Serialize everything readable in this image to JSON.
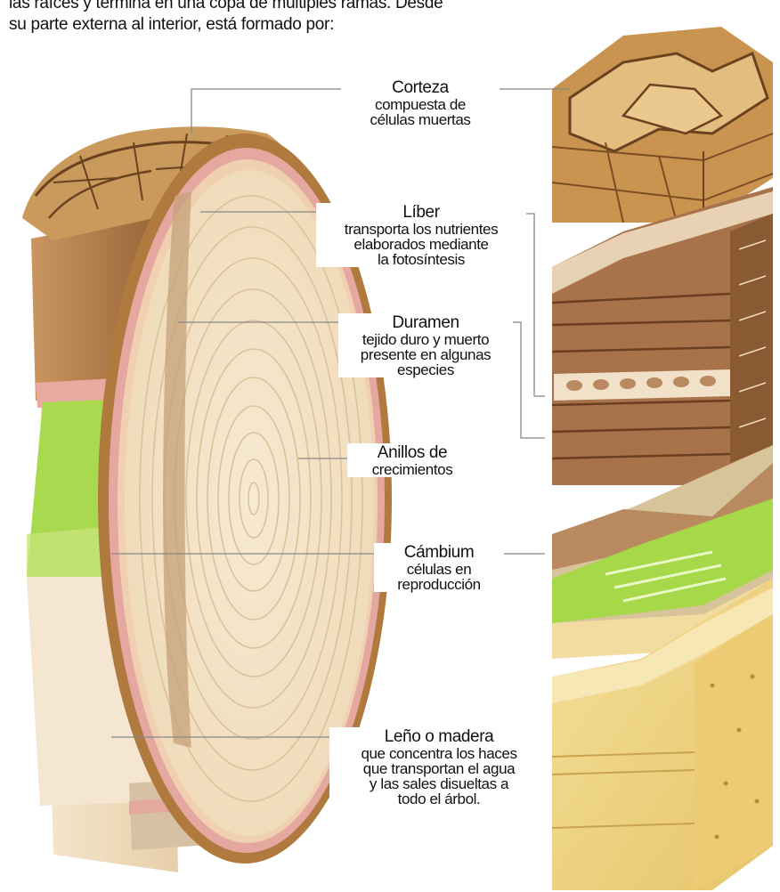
{
  "intro": {
    "line1": "las raíces y termina en una copa de múltiples ramas. Desde",
    "line2": "su parte externa al interior, está formado por:"
  },
  "labels": {
    "corteza": {
      "name": "Corteza",
      "desc": "compuesta de\ncélulas muertas"
    },
    "liber": {
      "name": "Líber",
      "desc": "transporta los nutrientes\nelaborados mediante\nla fotosíntesis"
    },
    "duramen": {
      "name": "Duramen",
      "desc": "tejido duro y muerto\npresente en algunas\nespecies"
    },
    "anillos": {
      "name": "Anillos de",
      "desc": "crecimientos"
    },
    "cambium": {
      "name": "Cámbium",
      "desc": "células en\nreproducción"
    },
    "leno": {
      "name": "Leño o madera",
      "desc": "que concentra los haces\nque transportan el agua\ny las sales disueltas a\ntodo el árbol."
    }
  },
  "colors": {
    "bark": "#b07a3e",
    "bark_light": "#d9b277",
    "liber": "#e4a8a0",
    "cambium": "#a6d84a",
    "wood": "#f3e3c8",
    "heartwood": "#c6a27a",
    "sapwood_block": "#f0d88a"
  }
}
